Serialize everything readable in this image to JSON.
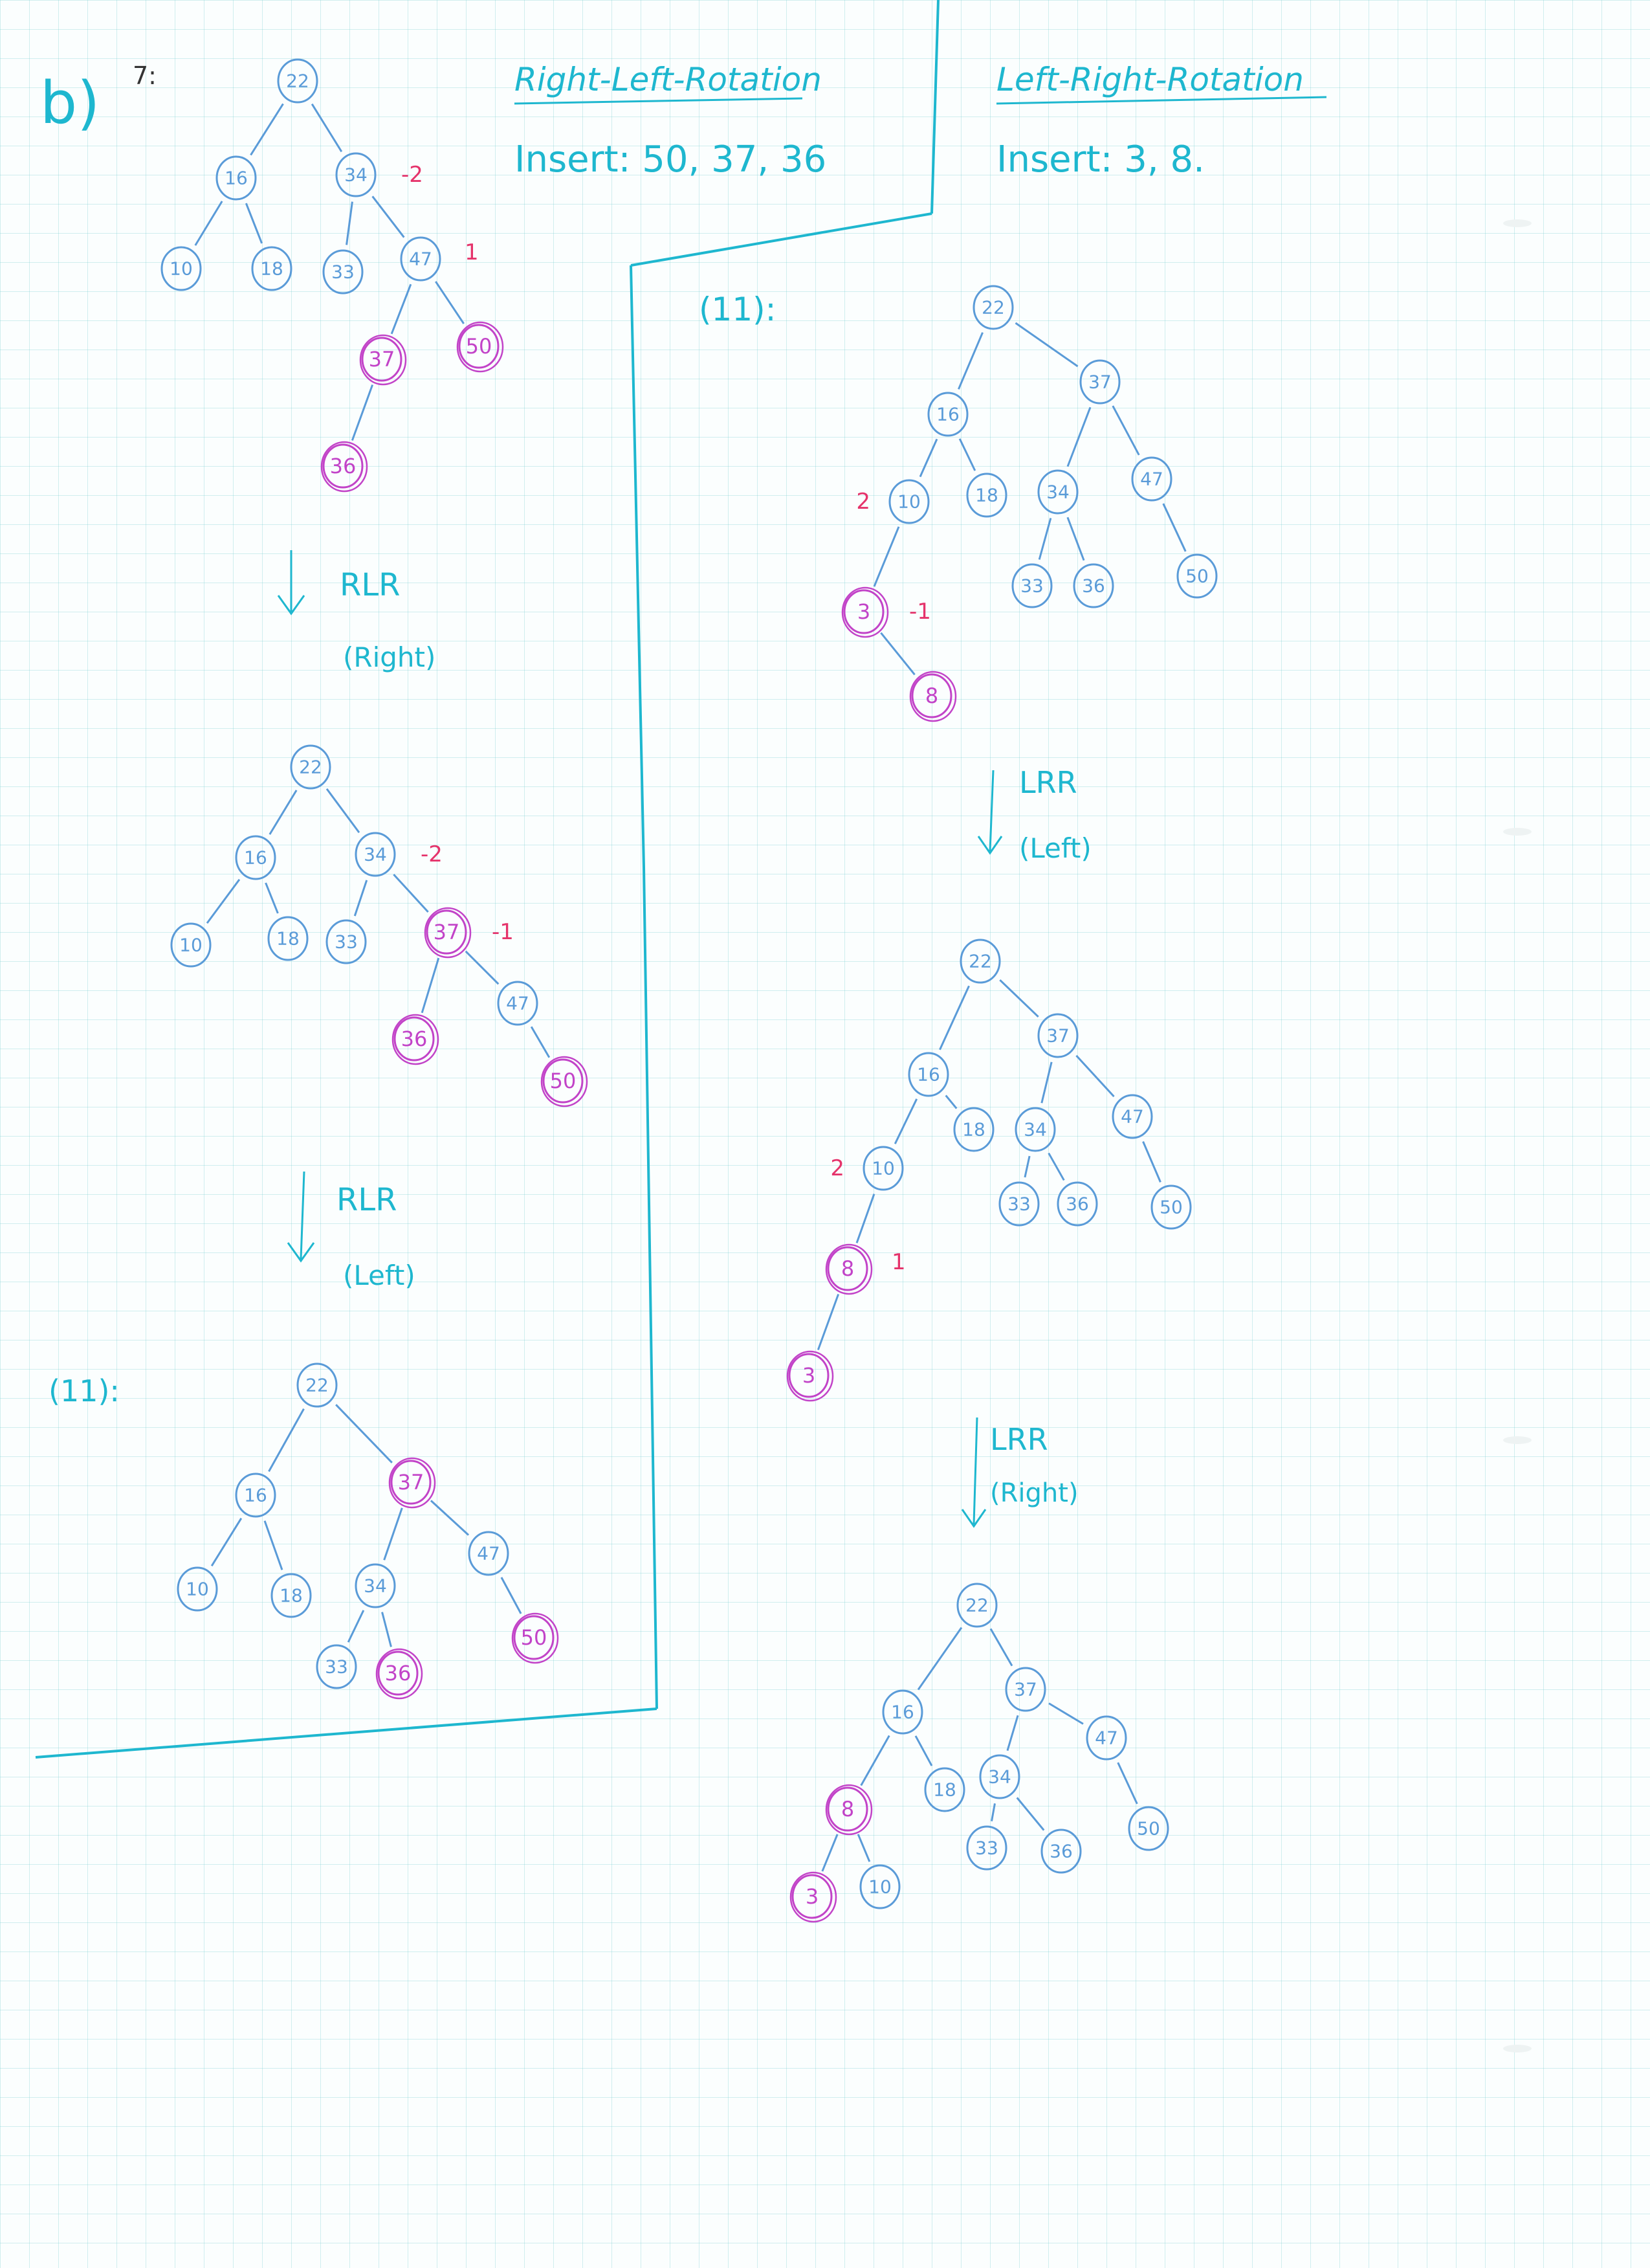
{
  "part_label": "b)",
  "step_left_start": "7:",
  "left": {
    "heading": "Right-Left-Rotation",
    "insert_line": "Insert: 50, 37, 36",
    "arrow1": {
      "label": "RLR",
      "sub": "(Right)"
    },
    "arrow2": {
      "label": "RLR",
      "sub": "(Left)"
    },
    "result_label": "(11):"
  },
  "right": {
    "heading": "Left-Right-Rotation",
    "insert_line": "Insert: 3, 8.",
    "start_label": "(11):",
    "arrow1": {
      "label": "LRR",
      "sub": "(Left)"
    },
    "arrow2": {
      "label": "LRR",
      "sub": "(Right)"
    }
  },
  "trees": [
    {
      "nodes": [
        [
          "22",
          "b"
        ],
        [
          "16",
          "b"
        ],
        [
          "34",
          "b"
        ],
        [
          "10",
          "b"
        ],
        [
          "18",
          "b"
        ],
        [
          "33",
          "b"
        ],
        [
          "47",
          "b"
        ],
        [
          "37",
          "p"
        ],
        [
          "50",
          "p"
        ],
        [
          "36",
          "p"
        ]
      ],
      "edges": [
        [
          0,
          1
        ],
        [
          0,
          2
        ],
        [
          1,
          3
        ],
        [
          1,
          4
        ],
        [
          2,
          5
        ],
        [
          2,
          6
        ],
        [
          6,
          7
        ],
        [
          6,
          8
        ],
        [
          7,
          9
        ]
      ],
      "balance": [
        [
          2,
          "-2"
        ],
        [
          6,
          "1"
        ]
      ]
    },
    {
      "nodes": [
        [
          "22",
          "b"
        ],
        [
          "16",
          "b"
        ],
        [
          "34",
          "b"
        ],
        [
          "10",
          "b"
        ],
        [
          "18",
          "b"
        ],
        [
          "33",
          "b"
        ],
        [
          "37",
          "p"
        ],
        [
          "36",
          "p"
        ],
        [
          "47",
          "b"
        ],
        [
          "50",
          "p"
        ]
      ],
      "edges": [
        [
          0,
          1
        ],
        [
          0,
          2
        ],
        [
          1,
          3
        ],
        [
          1,
          4
        ],
        [
          2,
          5
        ],
        [
          2,
          6
        ],
        [
          6,
          7
        ],
        [
          6,
          8
        ],
        [
          8,
          9
        ]
      ],
      "balance": [
        [
          2,
          "-2"
        ],
        [
          6,
          "-1"
        ]
      ]
    },
    {
      "nodes": [
        [
          "22",
          "b"
        ],
        [
          "16",
          "b"
        ],
        [
          "37",
          "p"
        ],
        [
          "10",
          "b"
        ],
        [
          "18",
          "b"
        ],
        [
          "34",
          "b"
        ],
        [
          "47",
          "b"
        ],
        [
          "33",
          "b"
        ],
        [
          "36",
          "p"
        ],
        [
          "50",
          "p"
        ]
      ],
      "edges": [
        [
          0,
          1
        ],
        [
          0,
          2
        ],
        [
          1,
          3
        ],
        [
          1,
          4
        ],
        [
          2,
          5
        ],
        [
          2,
          6
        ],
        [
          5,
          7
        ],
        [
          5,
          8
        ],
        [
          6,
          9
        ]
      ],
      "balance": []
    },
    {
      "nodes": [
        [
          "22",
          "b"
        ],
        [
          "16",
          "b"
        ],
        [
          "37",
          "b"
        ],
        [
          "10",
          "b"
        ],
        [
          "18",
          "b"
        ],
        [
          "34",
          "b"
        ],
        [
          "47",
          "b"
        ],
        [
          "3",
          "p"
        ],
        [
          "33",
          "b"
        ],
        [
          "36",
          "b"
        ],
        [
          "50",
          "b"
        ],
        [
          "8",
          "p"
        ]
      ],
      "edges": [
        [
          0,
          1
        ],
        [
          0,
          2
        ],
        [
          1,
          3
        ],
        [
          1,
          4
        ],
        [
          2,
          5
        ],
        [
          2,
          6
        ],
        [
          3,
          7
        ],
        [
          5,
          8
        ],
        [
          5,
          9
        ],
        [
          6,
          10
        ],
        [
          7,
          11
        ]
      ],
      "balance": [
        [
          3,
          "2"
        ],
        [
          7,
          "-1"
        ]
      ]
    },
    {
      "nodes": [
        [
          "22",
          "b"
        ],
        [
          "16",
          "b"
        ],
        [
          "37",
          "b"
        ],
        [
          "10",
          "b"
        ],
        [
          "18",
          "b"
        ],
        [
          "34",
          "b"
        ],
        [
          "47",
          "b"
        ],
        [
          "8",
          "p"
        ],
        [
          "33",
          "b"
        ],
        [
          "36",
          "b"
        ],
        [
          "50",
          "b"
        ],
        [
          "3",
          "p"
        ]
      ],
      "edges": [
        [
          0,
          1
        ],
        [
          0,
          2
        ],
        [
          1,
          3
        ],
        [
          1,
          4
        ],
        [
          2,
          5
        ],
        [
          2,
          6
        ],
        [
          3,
          7
        ],
        [
          5,
          8
        ],
        [
          5,
          9
        ],
        [
          6,
          10
        ],
        [
          7,
          11
        ]
      ],
      "balance": [
        [
          3,
          "2"
        ],
        [
          7,
          "1"
        ]
      ]
    },
    {
      "nodes": [
        [
          "22",
          "b"
        ],
        [
          "16",
          "b"
        ],
        [
          "37",
          "b"
        ],
        [
          "8",
          "p"
        ],
        [
          "18",
          "b"
        ],
        [
          "34",
          "b"
        ],
        [
          "47",
          "b"
        ],
        [
          "3",
          "p"
        ],
        [
          "10",
          "b"
        ],
        [
          "33",
          "b"
        ],
        [
          "36",
          "b"
        ],
        [
          "50",
          "b"
        ]
      ],
      "edges": [
        [
          0,
          1
        ],
        [
          0,
          2
        ],
        [
          1,
          3
        ],
        [
          1,
          4
        ],
        [
          2,
          5
        ],
        [
          2,
          6
        ],
        [
          3,
          7
        ],
        [
          3,
          8
        ],
        [
          5,
          9
        ],
        [
          5,
          10
        ],
        [
          6,
          11
        ]
      ],
      "balance": []
    }
  ],
  "colors": {
    "blue": "#5a9bd8",
    "pink": "#c243c8",
    "cyan": "#1eb7cf",
    "red": "#e5336b"
  }
}
